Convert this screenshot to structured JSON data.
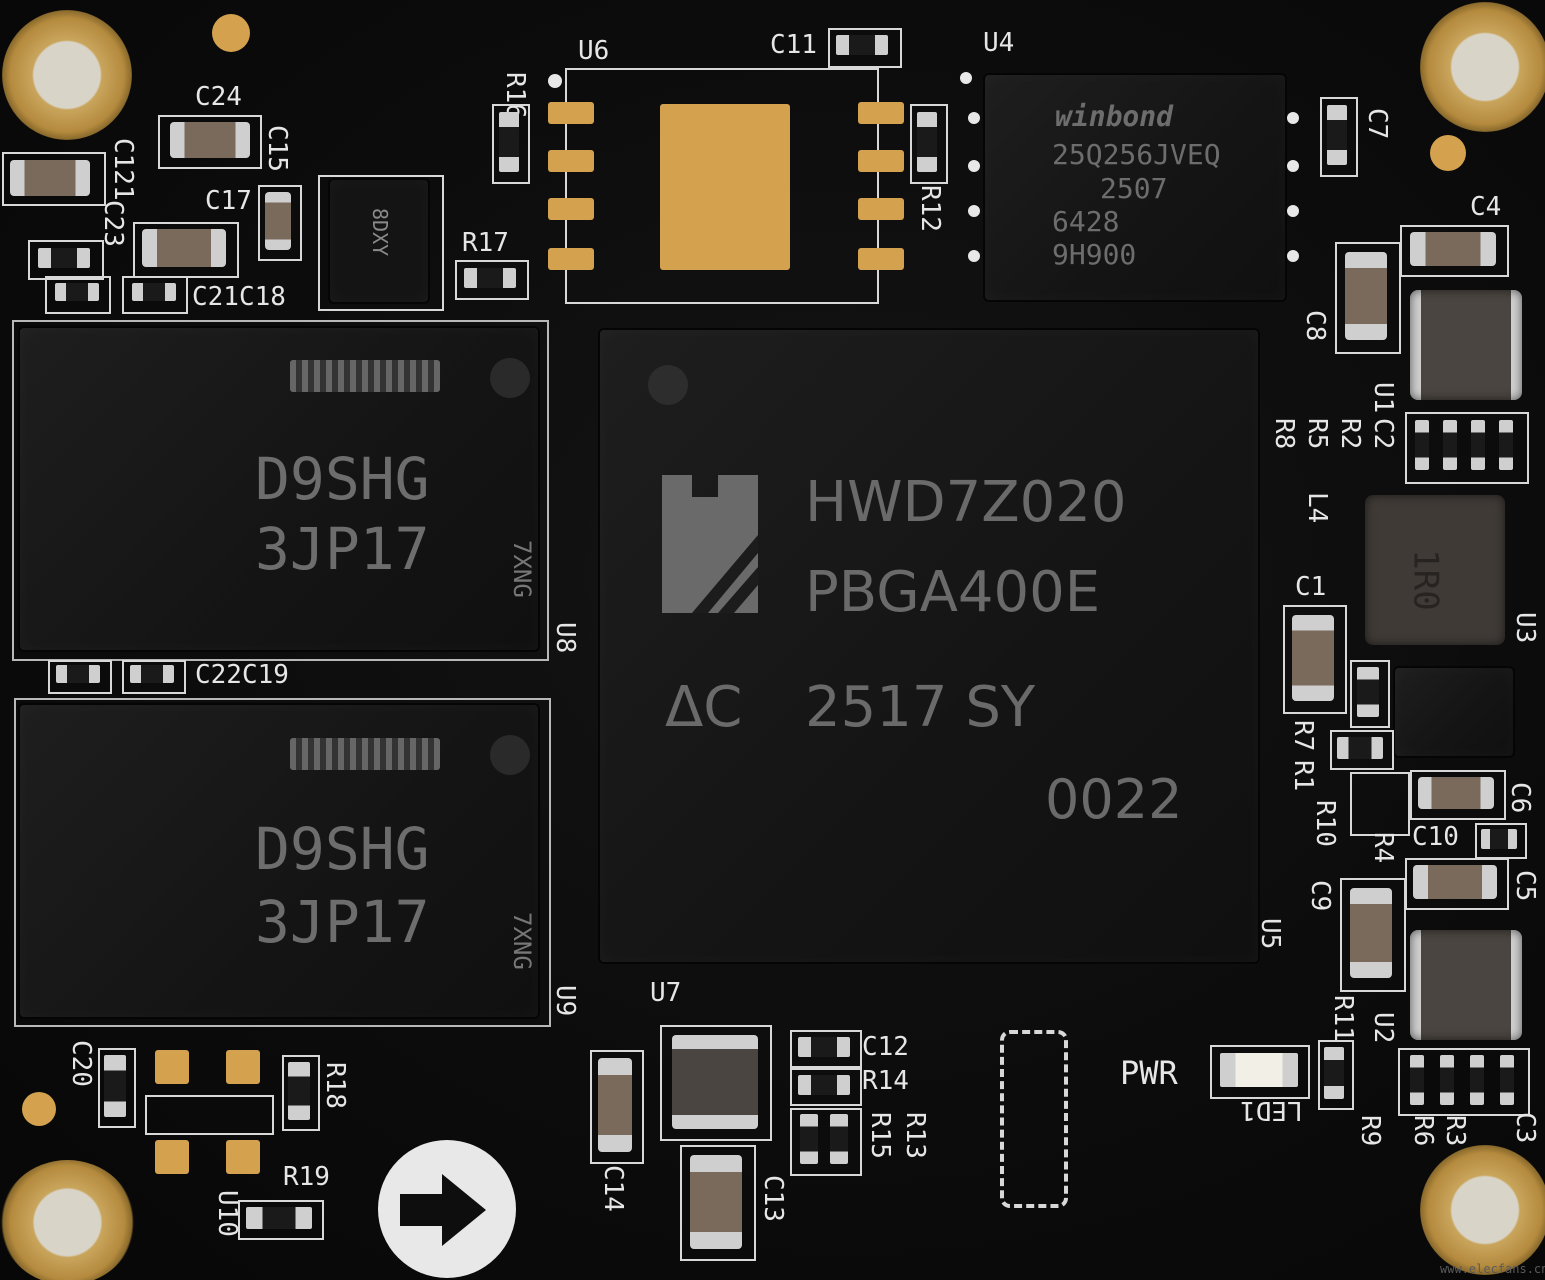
{
  "silkscreen": {
    "u6": "U6",
    "c11": "C11",
    "u4": "U4",
    "r16": "R16",
    "c24": "C24",
    "c121": "C121",
    "c15": "C15",
    "c17": "C17",
    "c23": "C23",
    "c21c18": "C21C18",
    "r17": "R17",
    "r12": "R12",
    "c7": "C7",
    "c4": "C4",
    "c8": "C8",
    "u1": "U1",
    "c2": "C2",
    "r8": "R8",
    "r5": "R5",
    "r2": "R2",
    "l4": "L4",
    "c1": "C1",
    "u3": "U3",
    "r7": "R7",
    "r1": "R1",
    "r10": "R10",
    "c6": "C6",
    "c10": "C10",
    "r4": "R4",
    "c5": "C5",
    "c9": "C9",
    "u5": "U5",
    "u2": "U2",
    "r11": "R11",
    "pwr": "PWR",
    "led1": "LED1",
    "r9": "R9",
    "r6": "R6",
    "r3": "R3",
    "c3": "C3",
    "u8": "U8",
    "u9": "U9",
    "c22c19": "C22C19",
    "c20": "C20",
    "r18": "R18",
    "r19": "R19",
    "u10": "U10",
    "u7": "U7",
    "c12": "C12",
    "r14": "R14",
    "r13": "R13",
    "r15": "R15",
    "c14": "C14",
    "c13": "C13"
  },
  "main_chip": {
    "line1": "HWD7Z020",
    "line2": "PBGA400E",
    "line3_a": "ΔC",
    "line3_b": "2517 SY",
    "line4": "0022"
  },
  "flash_chip": {
    "brand": "winbond",
    "line1": "25Q256JVEQ",
    "line2": "2507",
    "line3": "6428",
    "line4": "9H900"
  },
  "ram_chips": [
    {
      "model": "D9SHG",
      "code": "3JP17",
      "side": "7XNG"
    },
    {
      "model": "D9SHG",
      "code": "3JP17",
      "side": "7XNG"
    }
  ],
  "small_chip": {
    "text": "8DXY"
  },
  "inductor_label": "1R0",
  "watermark": "www.elecfans.cn",
  "colors": {
    "board": "#0c0c0c",
    "silkscreen": "#e6e6e6",
    "gold": "#c9a55c"
  }
}
